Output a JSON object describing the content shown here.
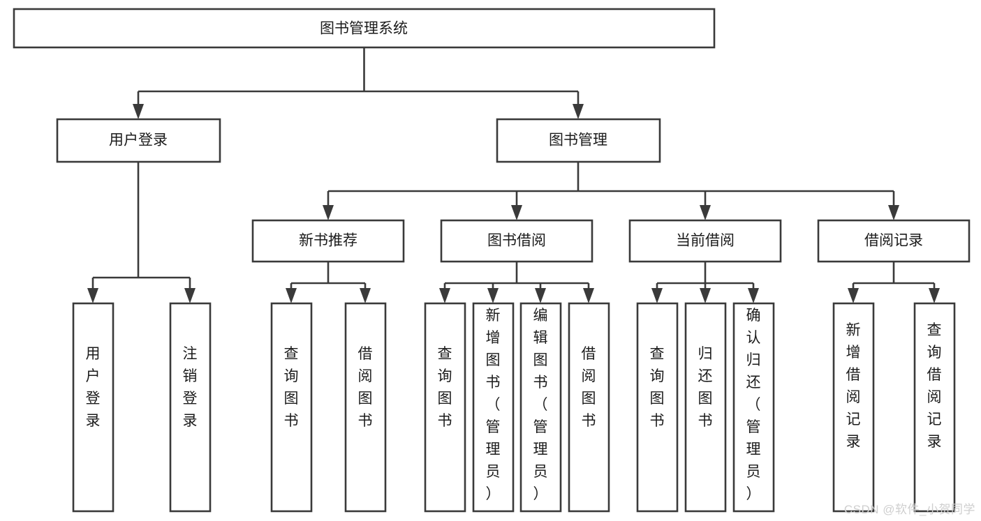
{
  "diagram": {
    "title": "图书管理系统",
    "type": "tree-hierarchy-chart",
    "root": {
      "id": "root",
      "label": "图书管理系统",
      "orientation": "horizontal"
    },
    "level2": [
      {
        "id": "user-login",
        "label": "用户登录",
        "orientation": "horizontal"
      },
      {
        "id": "book-manage",
        "label": "图书管理",
        "orientation": "horizontal"
      }
    ],
    "level3": [
      {
        "id": "new-book-recommend",
        "label": "新书推荐",
        "orientation": "horizontal"
      },
      {
        "id": "book-borrow",
        "label": "图书借阅",
        "orientation": "horizontal"
      },
      {
        "id": "current-borrow",
        "label": "当前借阅",
        "orientation": "horizontal"
      },
      {
        "id": "borrow-record",
        "label": "借阅记录",
        "orientation": "horizontal"
      }
    ],
    "leaves": {
      "user-login": [
        {
          "id": "leaf-user-login",
          "label": "用户登录",
          "orientation": "vertical"
        },
        {
          "id": "leaf-logout-login",
          "label": "注销登录",
          "orientation": "vertical"
        }
      ],
      "new-book-recommend": [
        {
          "id": "leaf-query-book-1",
          "label": "查询图书",
          "orientation": "vertical"
        },
        {
          "id": "leaf-borrow-book-1",
          "label": "借阅图书",
          "orientation": "vertical"
        }
      ],
      "book-borrow": [
        {
          "id": "leaf-query-book-2",
          "label": "查询图书",
          "orientation": "vertical"
        },
        {
          "id": "leaf-add-book-admin",
          "label": "新增图书（管理员）",
          "orientation": "vertical"
        },
        {
          "id": "leaf-edit-book-admin",
          "label": "编辑图书（管理员）",
          "orientation": "vertical"
        },
        {
          "id": "leaf-borrow-book-2",
          "label": "借阅图书",
          "orientation": "vertical"
        }
      ],
      "current-borrow": [
        {
          "id": "leaf-query-book-3",
          "label": "查询图书",
          "orientation": "vertical"
        },
        {
          "id": "leaf-return-book",
          "label": "归还图书",
          "orientation": "vertical"
        },
        {
          "id": "leaf-confirm-return-admin",
          "label": "确认归还（管理员）",
          "orientation": "vertical"
        }
      ],
      "borrow-record": [
        {
          "id": "leaf-add-borrow-record",
          "label": "新增借阅记录",
          "orientation": "vertical"
        },
        {
          "id": "leaf-query-borrow-record",
          "label": "查询借阅记录",
          "orientation": "vertical"
        }
      ]
    },
    "colors": {
      "box_border": "#3a3a3a",
      "box_fill": "#ffffff",
      "connector": "#3a3a3a",
      "text": "#1b1b1b",
      "background": "#ffffff",
      "watermark": "#cfcfcf"
    }
  },
  "watermark": {
    "text": "CSDN @软件_小贺同学"
  }
}
